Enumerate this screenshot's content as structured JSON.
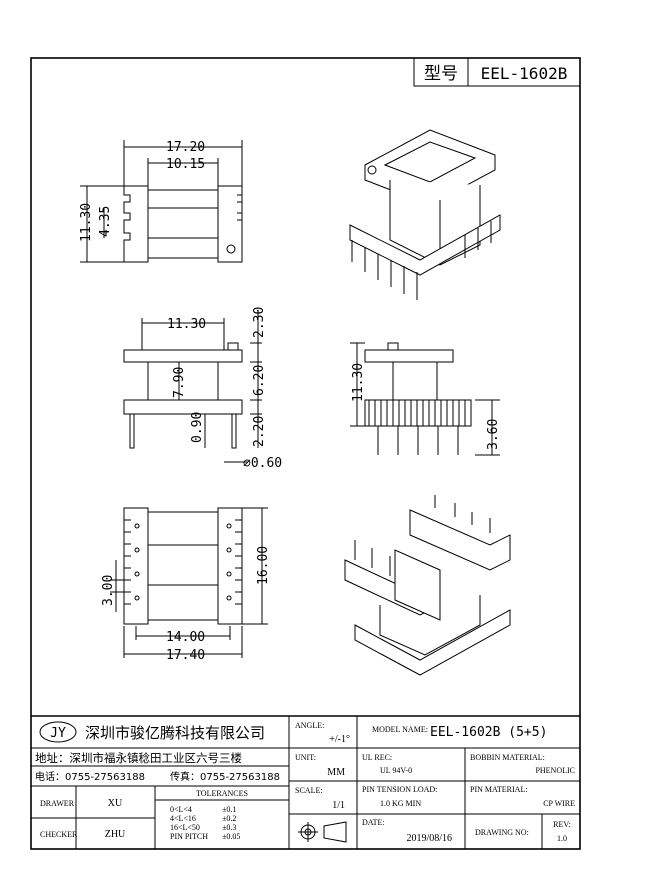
{
  "header": {
    "model_label": "型号",
    "model_value": "EEL-1602B"
  },
  "dimensions": {
    "top_view": {
      "overall_width": "17.20",
      "inner_width": "10.15",
      "height": "11.30",
      "slot": "4.35"
    },
    "front_view": {
      "width": "11.30",
      "flange_top": "2.30",
      "winding": "7.90",
      "window": "6.20",
      "flange_bottom": "2.20",
      "pin_offset": "0.90",
      "pin_diameter": "⌀0.60"
    },
    "side_view": {
      "height": "11.30",
      "pin_length": "3.60"
    },
    "bottom_view": {
      "pitch": "3.00",
      "inner_width": "14.00",
      "overall_width": "17.40",
      "length": "16.00"
    }
  },
  "title_block": {
    "logo": "JY",
    "company": "深圳市骏亿腾科技有限公司",
    "address": "地址：深圳市福永镇稔田工业区六号三楼",
    "phone": "电话：0755-27563188",
    "fax": "传真：0755-27563188",
    "angle_label": "ANGLE:",
    "angle_value": "+/-1°",
    "unit_label": "UNIT:",
    "unit_value": "MM",
    "scale_label": "SCALE:",
    "scale_value": "1/1",
    "model_name_label": "MODEL NAME:",
    "model_name_value": "EEL-1602B (5+5)",
    "ul_rec_label": "UL REC:",
    "ul_rec_value": "UL 94V-0",
    "bobbin_label": "BOBBIN MATERIAL:",
    "bobbin_value": "PHENOLIC",
    "pin_tension_label": "PIN TENSION LOAD:",
    "pin_tension_value": "1.0 KG MIN",
    "pin_material_label": "PIN MATERIAL:",
    "pin_material_value": "CP WIRE",
    "date_label": "DATE:",
    "date_value": "2019/08/16",
    "drawing_no_label": "DRAWING NO:",
    "rev_label": "REV:",
    "rev_value": "1.0",
    "drawer_label": "DRAWER",
    "drawer_value": "XU",
    "checker_label": "CHECKER",
    "checker_value": "ZHU",
    "tolerances_label": "TOLERANCES",
    "tol_rows": [
      {
        "range": "0<L<4",
        "tol": "±0.1"
      },
      {
        "range": "4<L<16",
        "tol": "±0.2"
      },
      {
        "range": "16<L<50",
        "tol": "±0.3"
      },
      {
        "range": "PIN PITCH",
        "tol": "±0.05"
      }
    ]
  }
}
